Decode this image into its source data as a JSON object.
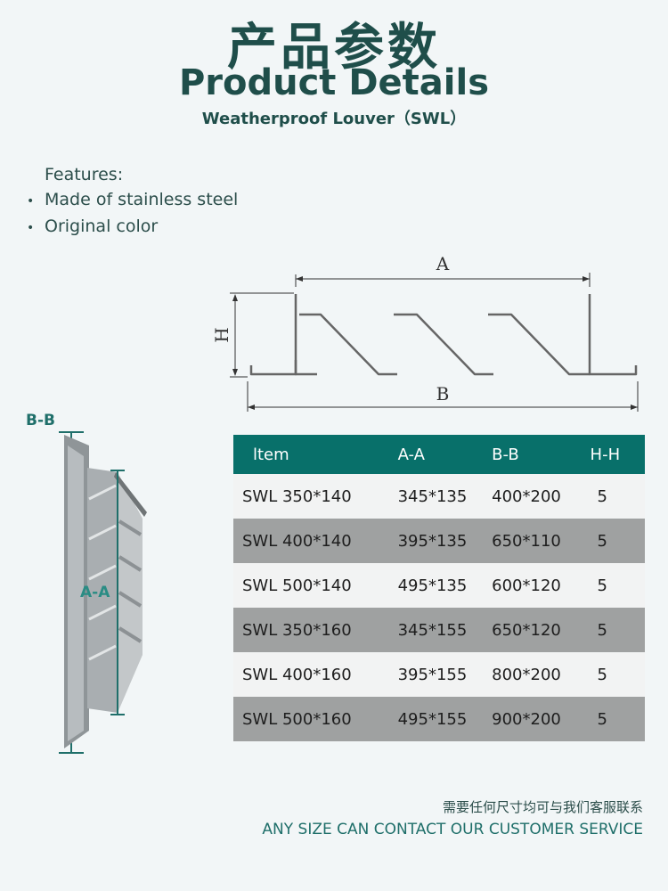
{
  "header": {
    "title_cn": "产品参数",
    "title_en": "Product Details",
    "subtitle": "Weatherproof Louver（SWL）"
  },
  "features": {
    "heading": "Features:",
    "items": [
      "Made of stainless steel",
      "Original color"
    ]
  },
  "diagram": {
    "label_a": "A",
    "label_b": "B",
    "label_h": "H",
    "label_bb": "B-B",
    "label_aa": "A-A"
  },
  "table": {
    "headers": [
      "ltem",
      "A-A",
      "B-B",
      "H-H"
    ],
    "rows": [
      [
        "SWL 350*140",
        "345*135",
        "400*200",
        "5"
      ],
      [
        "SWL 400*140",
        "395*135",
        "650*110",
        "5"
      ],
      [
        "SWL 500*140",
        "495*135",
        "600*120",
        "5"
      ],
      [
        "SWL 350*160",
        "345*155",
        "650*120",
        "5"
      ],
      [
        "SWL 400*160",
        "395*155",
        "800*200",
        "5"
      ],
      [
        "SWL 500*160",
        "495*155",
        "900*200",
        "5"
      ]
    ]
  },
  "footer": {
    "note_cn": "需要任何尺寸均可与我们客服联系",
    "note_en": "ANY SIZE CAN CONTACT OUR CUSTOMER SERVICE"
  }
}
